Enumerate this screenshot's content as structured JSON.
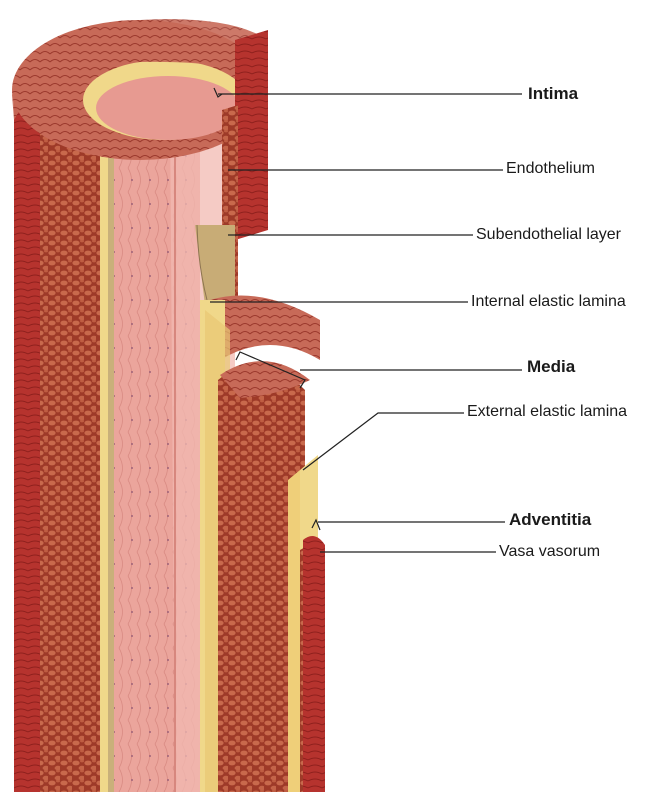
{
  "labels": {
    "intima": "Intima",
    "endothelium": "Endothelium",
    "subendothelial": "Subendothelial layer",
    "internal_elastic": "Internal elastic lamina",
    "media": "Media",
    "external_elastic": "External elastic lamina",
    "adventitia": "Adventitia",
    "vasa_vasorum": "Vasa vasorum"
  },
  "colors": {
    "adventitia": "#b8342f",
    "adventitia_dark": "#8e1f1d",
    "media": "#a5402c",
    "media_cell": "#c86a4e",
    "intima": "#e9a39b",
    "intima_light": "#f3c2bb",
    "elastic": "#f0d88a",
    "subendothelial": "#c9b07a",
    "leader": "#222222"
  }
}
